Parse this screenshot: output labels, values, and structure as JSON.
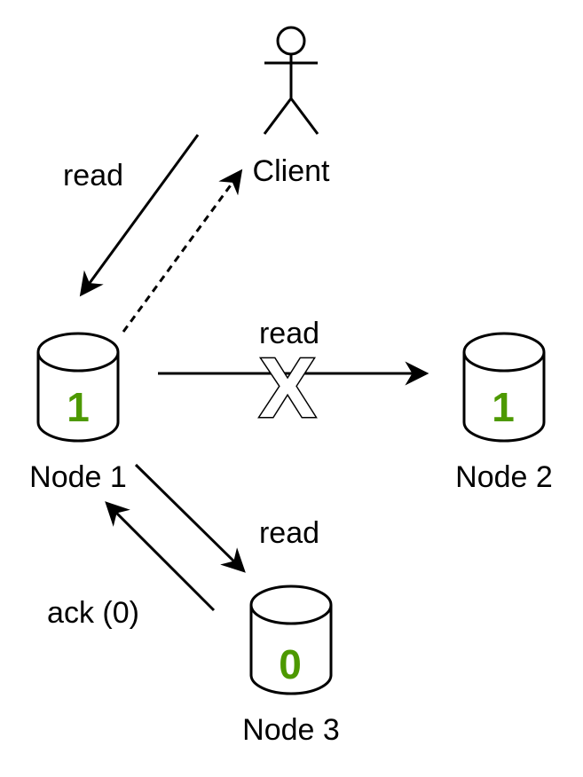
{
  "colors": {
    "value": "#4d9900",
    "stroke": "#000000"
  },
  "client": {
    "label": "Client",
    "icon": "stick-figure-icon"
  },
  "nodes": [
    {
      "label": "Node 1",
      "value": "1",
      "icon": "database-icon"
    },
    {
      "label": "Node 2",
      "value": "1",
      "icon": "database-icon"
    },
    {
      "label": "Node 3",
      "value": "0",
      "icon": "database-icon"
    }
  ],
  "edges": {
    "client_to_node1": "read",
    "node1_to_node2": "read",
    "node1_to_node3": "read",
    "node3_to_node1": "ack (0)"
  },
  "failure_mark": "X"
}
